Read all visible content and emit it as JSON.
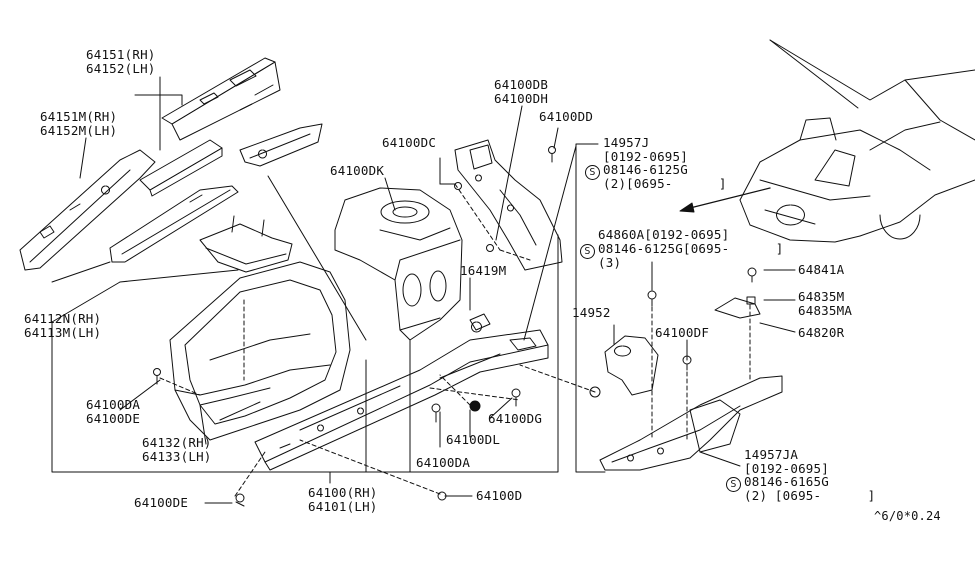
{
  "labels": {
    "p64151": "64151(RH)",
    "p64152": "64152(LH)",
    "p64151m": "64151M(RH)",
    "p64152m": "64152M(LH)",
    "p64112n": "64112N(RH)",
    "p64113m": "64113M(LH)",
    "p64100da_l": "64100DA",
    "p64100de_l": "64100DE",
    "p64132": "64132(RH)",
    "p64133": "64133(LH)",
    "p64100de_b": "64100DE",
    "p64100": "64100(RH)",
    "p64101": "64101(LH)",
    "p64100d": "64100D",
    "p64100dk": "64100DK",
    "p64100dc": "64100DC",
    "p64100db": "64100DB",
    "p64100dh": "64100DH",
    "p64100dd": "64100DD",
    "p16419m": "16419M",
    "p64100dg": "64100DG",
    "p64100dl": "64100DL",
    "p64100da_c": "64100DA",
    "p14957j": "14957J",
    "p14957j_r": "[0192-0695]",
    "p14957j_b": "08146-6125G",
    "p14957j_q": "(2)[0695-      ]",
    "p64860a": "64860A[0192-0695]",
    "p64860a_b": "08146-6125G[0695-      ]",
    "p64860a_q": "(3)",
    "p64841a": "64841A",
    "p64835m": "64835M",
    "p64835ma": "64835MA",
    "p64820r": "64820R",
    "p14952": "14952",
    "p64100df": "64100DF",
    "p14957ja": "14957JA",
    "p14957ja_r": "[0192-0695]",
    "p14957ja_b": "08146-6165G",
    "p14957ja_q": "(2) [0695-      ]",
    "bolt_symbol": "S",
    "footer_code": "^6/0*0.24"
  }
}
